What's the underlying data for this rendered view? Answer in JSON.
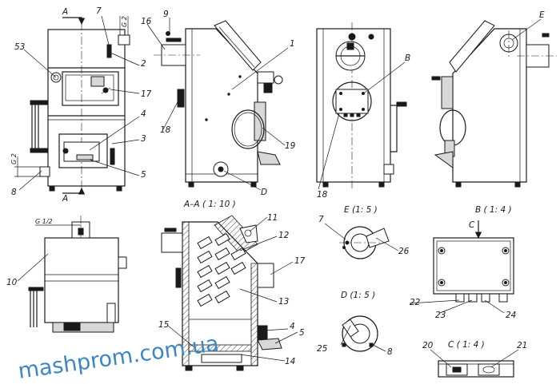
{
  "labels": {
    "n53": "53",
    "n7a": "7",
    "n16": "16",
    "n9": "9",
    "n1": "1",
    "nB": "B",
    "nE": "E",
    "n2": "2",
    "n17a": "17",
    "n4a": "4",
    "n3": "3",
    "n18a": "18",
    "n19": "19",
    "n5a": "5",
    "n8a": "8",
    "nD": "D",
    "n18b": "18",
    "n10": "10",
    "n11": "11",
    "n12": "12",
    "n17b": "17",
    "n13": "13",
    "n15": "15",
    "n4b": "4",
    "n5b": "5",
    "n14": "14",
    "n7b": "7",
    "n26": "26",
    "n25": "25",
    "n8b": "8",
    "nC": "C",
    "n22": "22",
    "n23": "23",
    "n24": "24",
    "n20": "20",
    "n21": "21"
  },
  "section_marks": {
    "top": "A",
    "bottom": "A"
  },
  "dimensions": {
    "g2_left": "G 2",
    "g2_right": "G 2",
    "g12": "G 1/2"
  },
  "views": {
    "section_aa": "A–A ( 1: 10 )",
    "detail_e": "E (1: 5 )",
    "detail_b": "B ( 1: 4 )",
    "detail_d": "D (1: 5 )",
    "detail_c": "C ( 1: 4 )"
  },
  "watermark": "mashprom.com.ua",
  "colors": {
    "line": "#1a1a1a",
    "watermark": "#3d86c6",
    "background": "#ffffff"
  }
}
